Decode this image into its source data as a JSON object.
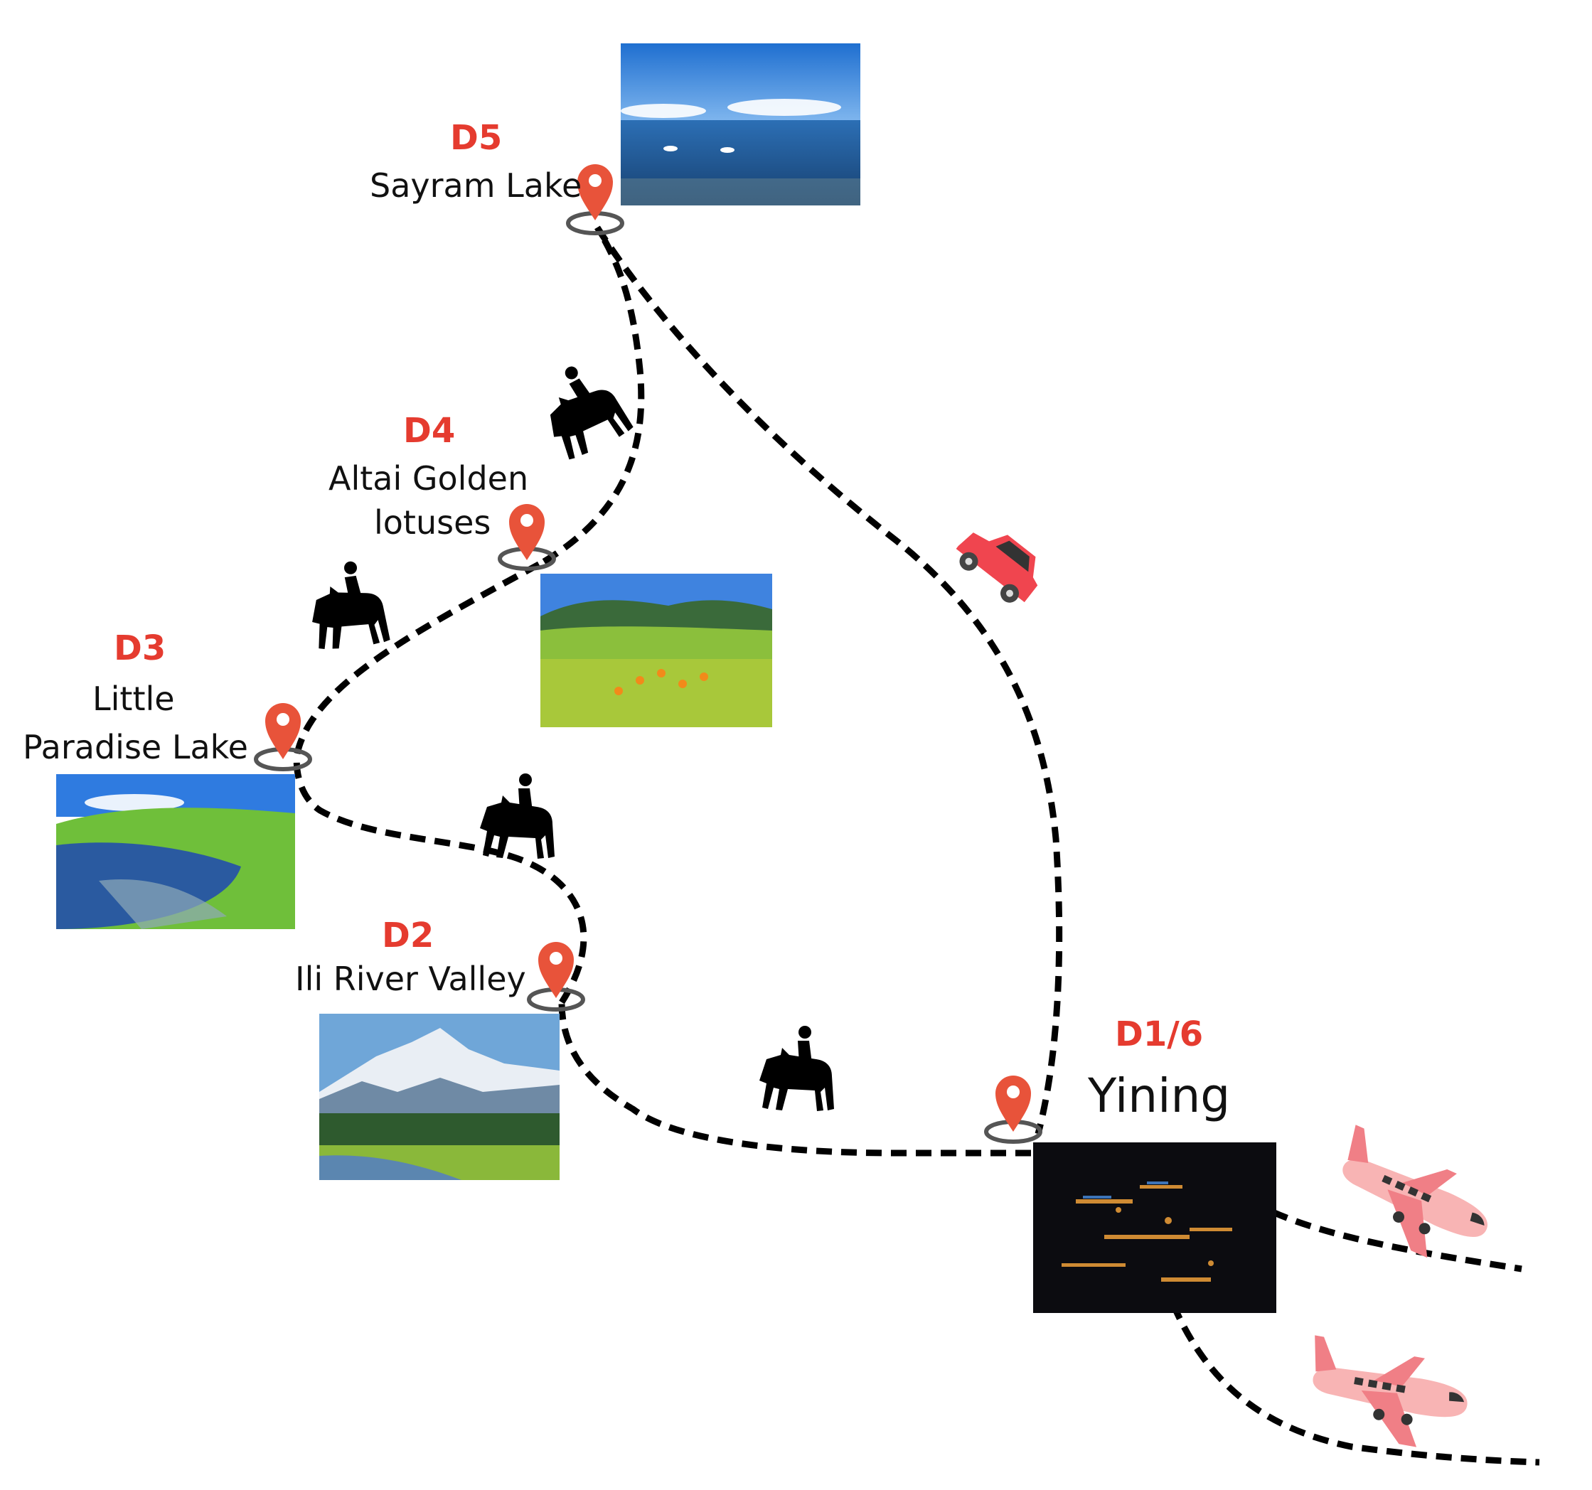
{
  "stops": [
    {
      "id": "sayram",
      "day": "D5",
      "name": [
        "Sayram Lake"
      ]
    },
    {
      "id": "altai",
      "day": "D4",
      "name": [
        "Altai Golden",
        "lotuses"
      ]
    },
    {
      "id": "paradise",
      "day": "D3",
      "name": [
        "Little",
        "Paradise Lake"
      ]
    },
    {
      "id": "ili",
      "day": "D2",
      "name": [
        "Ili River Valley"
      ]
    },
    {
      "id": "yining",
      "day": "D1/6",
      "name": [
        "Yining"
      ]
    }
  ],
  "colors": {
    "day_label": "#e53b2f",
    "pin": "#e8533a",
    "route": "#000000",
    "car": "#f0454f",
    "plane": "#f59a9a"
  },
  "icons": {
    "route_markers": [
      "horse-rider-icon",
      "horse-rider-icon",
      "horse-rider-icon",
      "horse-rider-icon",
      "car-icon"
    ],
    "departures": [
      "airplane-icon",
      "airplane-icon"
    ],
    "pins": "location-pin-icon"
  }
}
